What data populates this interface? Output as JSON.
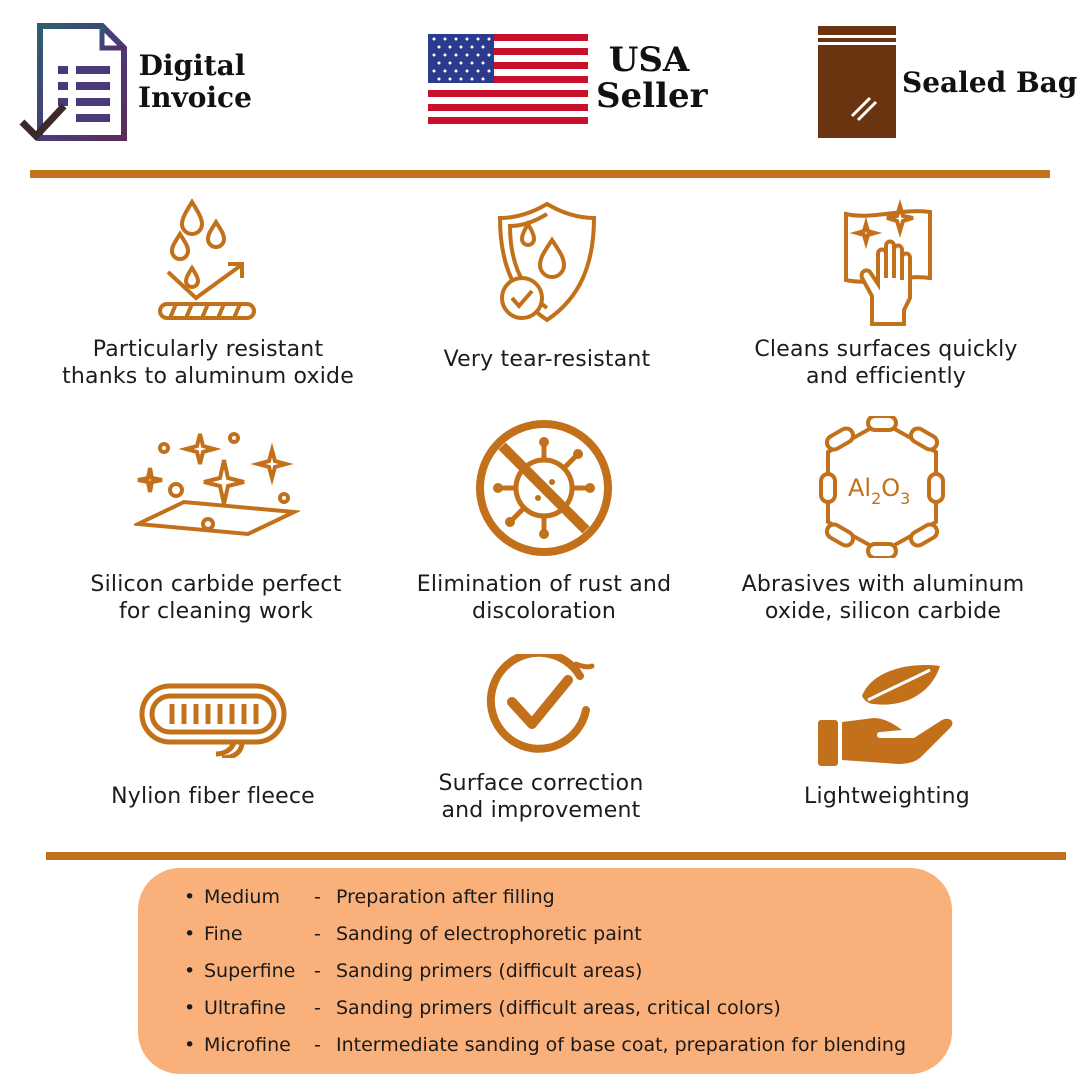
{
  "header": {
    "invoice": {
      "line1": "Digital",
      "line2": "Invoice",
      "icon": "invoice-document-icon"
    },
    "seller": {
      "line1": "USA",
      "line2": "Seller",
      "icon": "us-flag-icon"
    },
    "bag": {
      "label": "Sealed Bag",
      "icon": "sealed-bag-icon"
    }
  },
  "colors": {
    "accent": "#c2701a",
    "bag": "#6b3410",
    "panel": "#f9b07a"
  },
  "features": [
    {
      "line1": "Particularly resistant",
      "line2": "thanks to aluminum oxide",
      "icon": "water-repellent-icon"
    },
    {
      "line1": "Very tear-resistant",
      "line2": "",
      "icon": "shield-drop-icon"
    },
    {
      "line1": "Cleans surfaces quickly",
      "line2": "and efficiently",
      "icon": "cleaning-hand-icon"
    },
    {
      "line1": "Silicon carbide perfect",
      "line2": "for cleaning work",
      "icon": "sparkle-surface-icon"
    },
    {
      "line1": "Elimination of rust and",
      "line2": "discoloration",
      "icon": "no-germs-icon"
    },
    {
      "line1": "Abrasives with aluminum",
      "line2": "oxide, silicon carbide",
      "icon": "al2o3-molecule-icon"
    },
    {
      "line1": "Nylion fiber fleece",
      "line2": "",
      "icon": "rope-coil-icon"
    },
    {
      "line1": "Surface correction",
      "line2": "and improvement",
      "icon": "check-circle-icon"
    },
    {
      "line1": "Lightweighting",
      "line2": "",
      "icon": "leaf-hand-icon"
    }
  ],
  "molecule_label": {
    "al": "Al",
    "two": "2",
    "o": "O",
    "three": "3"
  },
  "grades": [
    {
      "name": "Medium",
      "desc": "Preparation after filling"
    },
    {
      "name": "Fine",
      "desc": "Sanding of electrophoretic paint"
    },
    {
      "name": "Superfine",
      "desc": "Sanding primers (difficult areas)"
    },
    {
      "name": "Ultrafine",
      "desc": "Sanding primers (difficult areas, critical colors)"
    },
    {
      "name": "Microfine",
      "desc": "Intermediate sanding of base coat, preparation for blending"
    }
  ],
  "bullet": "•",
  "dash": "-"
}
